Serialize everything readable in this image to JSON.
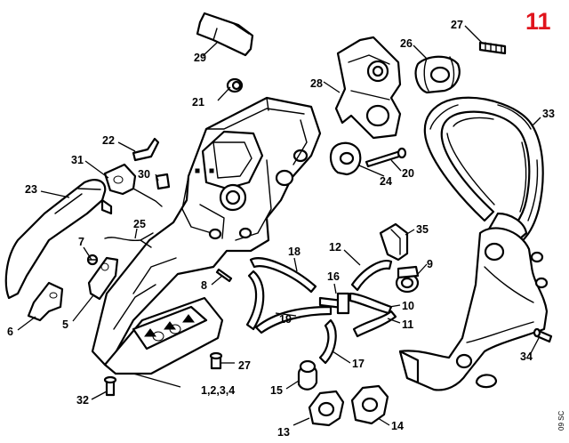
{
  "sheet": {
    "number": "11",
    "color": "#e0141c",
    "code": "09 SC"
  },
  "callouts": {
    "c1234": "1,2,3,4",
    "c5": "5",
    "c6": "6",
    "c7": "7",
    "c8": "8",
    "c9": "9",
    "c10": "10",
    "c11": "11",
    "c12": "12",
    "c13": "13",
    "c14": "14",
    "c15": "15",
    "c16": "16",
    "c17": "17",
    "c18": "18",
    "c19": "19",
    "c20": "20",
    "c21": "21",
    "c22": "22",
    "c23": "23",
    "c24": "24",
    "c25": "25",
    "c26": "26",
    "c27a": "27",
    "c27b": "27",
    "c28": "28",
    "c29": "29",
    "c30": "30",
    "c31": "31",
    "c32": "32",
    "c33": "33",
    "c34": "34",
    "c35": "35"
  }
}
